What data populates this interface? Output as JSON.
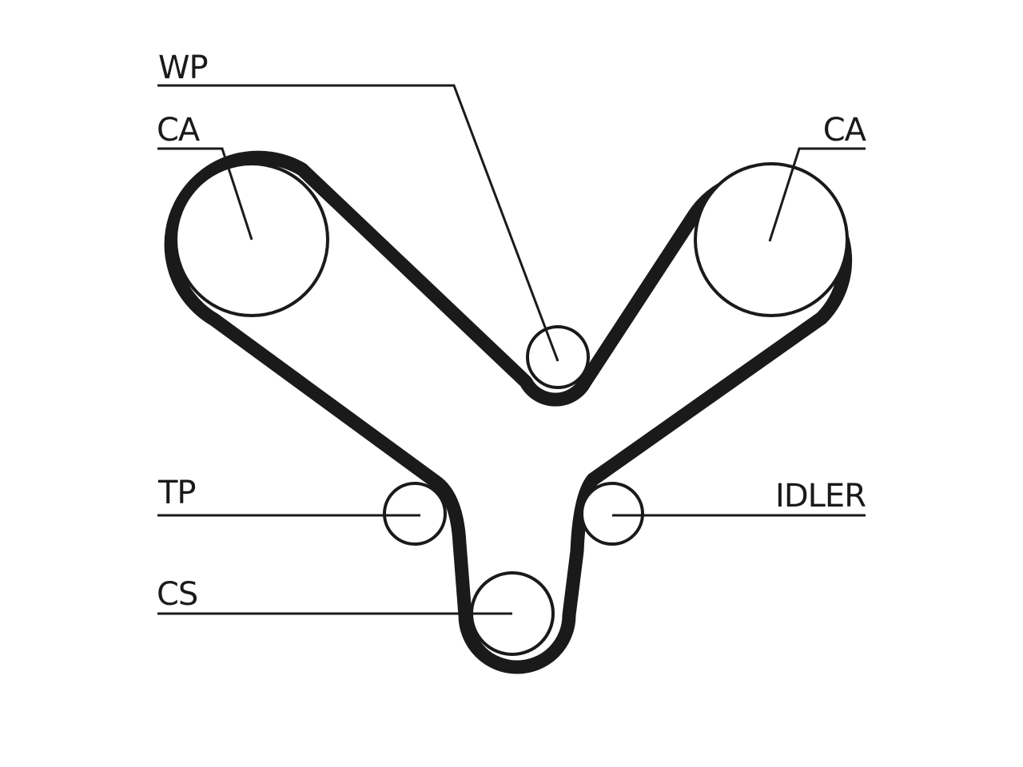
{
  "diagram": {
    "colors": {
      "line": "#1a1a1a",
      "background": "#ffffff"
    },
    "labels": {
      "wp": "WP",
      "ca_left": "CA",
      "ca_right": "CA",
      "tp": "TP",
      "idler": "IDLER",
      "cs": "CS"
    }
  }
}
